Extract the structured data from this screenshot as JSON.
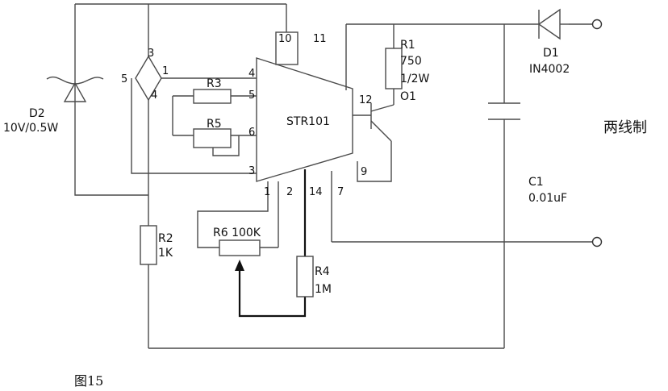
{
  "components": {
    "ic": "STR101",
    "d1": {
      "ref": "D1",
      "value": "IN4002"
    },
    "d2": {
      "ref": "D2",
      "value": "10V/0.5W"
    },
    "r1": {
      "ref": "R1",
      "value": "750",
      "power": "1/2W"
    },
    "q1": "O1",
    "r2": {
      "ref": "R2",
      "value": "1K"
    },
    "r3": "R3",
    "r4": {
      "ref": "R4",
      "value": "1M"
    },
    "r5": "R5",
    "r6": "R6 100K",
    "c1": {
      "ref": "C1",
      "value": "0.01uF"
    }
  },
  "pins": {
    "p10": "10",
    "p11": "11",
    "p1_top": "1",
    "p4": "4",
    "p5": "5",
    "p6": "6",
    "p3": "3",
    "p12": "12",
    "p9": "9",
    "p1_bot": "1",
    "p2": "2",
    "p14": "14",
    "p7": "7",
    "bridge_3": "3",
    "bridge_5": "5",
    "bridge_4": "4",
    "bridge_1": "1"
  },
  "side_label": "两线制",
  "caption": "图15",
  "colors": {
    "wire": "#4a4a4a",
    "bold_wire": "#111111",
    "background": "#ffffff"
  }
}
